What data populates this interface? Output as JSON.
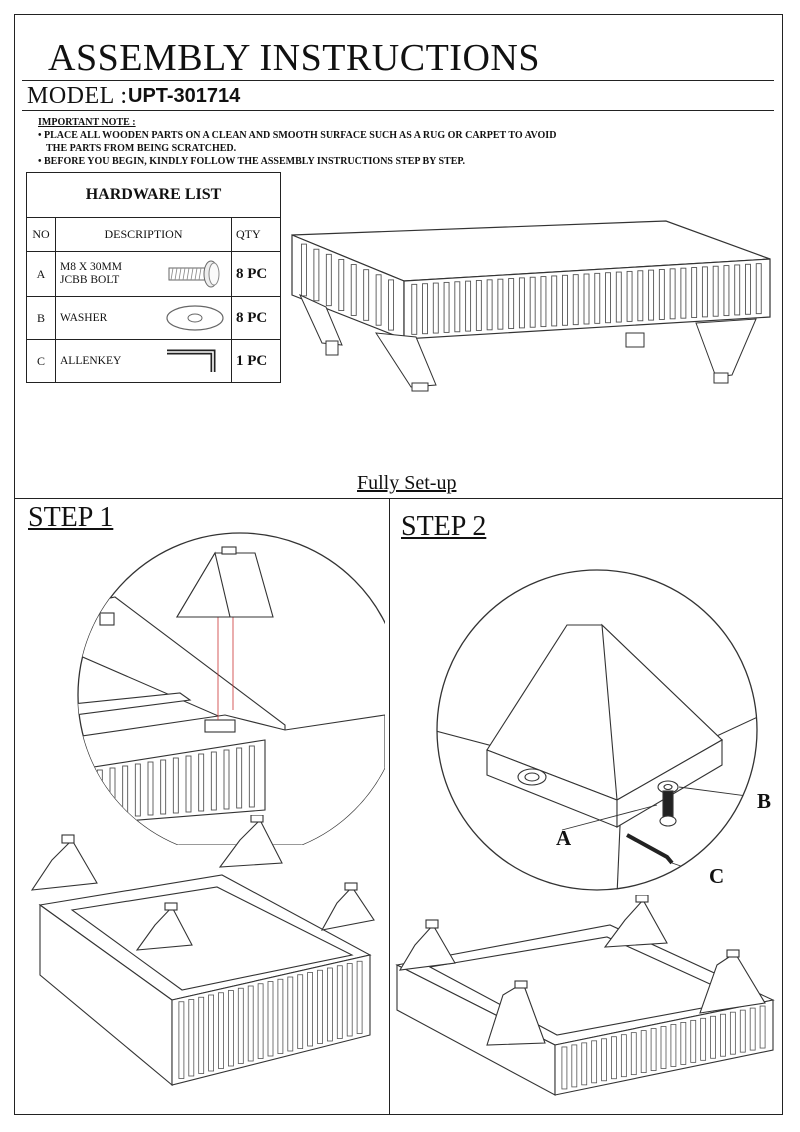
{
  "header": {
    "title": "ASSEMBLY INSTRUCTIONS",
    "model_label": "MODEL :",
    "model_value": "UPT-301714"
  },
  "notes": {
    "heading": "IMPORTANT NOTE :",
    "line1": "• PLACE ALL WOODEN PARTS ON A CLEAN AND SMOOTH SURFACE SUCH AS A RUG OR CARPET TO AVOID",
    "line2": "THE PARTS FROM BEING SCRATCHED.",
    "line3": "• BEFORE YOU BEGIN, KINDLY FOLLOW THE ASSEMBLY INSTRUCTIONS STEP BY STEP."
  },
  "hardware": {
    "caption": "HARDWARE LIST",
    "columns": {
      "no": "NO",
      "desc": "DESCRIPTION",
      "qty": "QTY"
    },
    "rows": [
      {
        "no": "A",
        "desc1": "M8 X 30MM",
        "desc2": "JCBB BOLT",
        "qty": "8 PC",
        "icon": "bolt-icon"
      },
      {
        "no": "B",
        "desc1": "WASHER",
        "desc2": "",
        "qty": "8 PC",
        "icon": "washer-icon"
      },
      {
        "no": "C",
        "desc1": "ALLENKEY",
        "desc2": "",
        "qty": "1 PC",
        "icon": "allen-key-icon"
      }
    ]
  },
  "fully_setup": "Fully Set-up",
  "step1": {
    "title": "STEP 1"
  },
  "step2": {
    "title": "STEP 2",
    "label_a": "A",
    "label_b": "B",
    "label_c": "C"
  }
}
